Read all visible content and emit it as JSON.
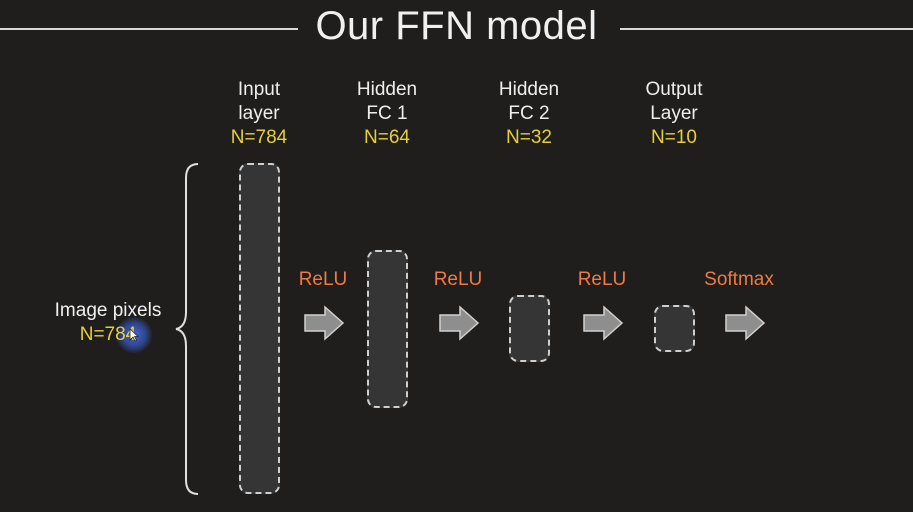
{
  "title": "Our FFN model",
  "input_label": {
    "name": "Image pixels",
    "n": "N=784"
  },
  "layers": [
    {
      "line1": "Input",
      "line2": "layer",
      "n": "N=784"
    },
    {
      "line1": "Hidden",
      "line2": "FC 1",
      "n": "N=64"
    },
    {
      "line1": "Hidden",
      "line2": "FC 2",
      "n": "N=32"
    },
    {
      "line1": "Output",
      "line2": "Layer",
      "n": "N=10"
    }
  ],
  "activations": [
    "ReLU",
    "ReLU",
    "ReLU",
    "Softmax"
  ],
  "colors": {
    "background": "#1f1e1c",
    "count_yellow": "#e6cf3a",
    "activation_orange": "#ee7a45",
    "layer_fill": "#353535",
    "arrow_fill": "#9a9a9a"
  },
  "icons": [
    "right-arrow-icon",
    "curly-brace-icon",
    "mouse-cursor-icon"
  ]
}
